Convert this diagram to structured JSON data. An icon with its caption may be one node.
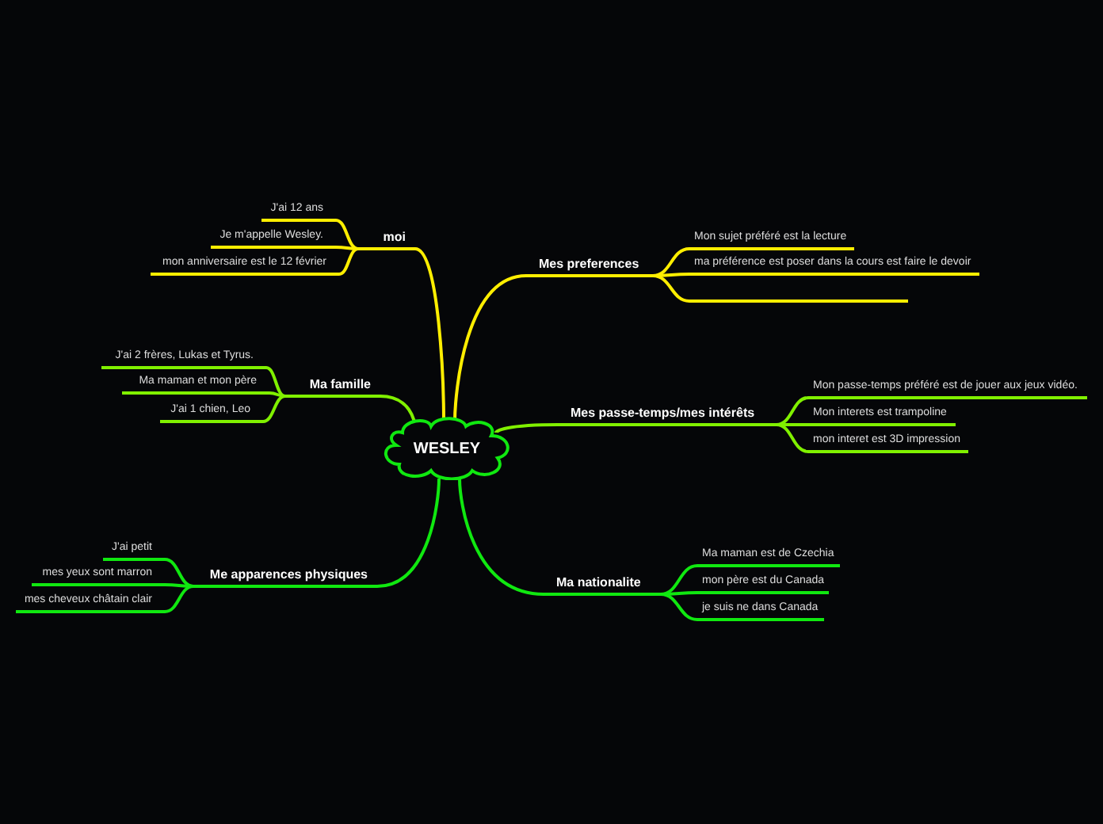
{
  "diagram": {
    "nodes": [
      {
        "text": [
          "WESLEY"
        ]
      },
      {
        "text": [
          "moi"
        ]
      },
      {
        "text": [
          "J'ai 12 ans"
        ]
      },
      {
        "text": [
          "Je m'appelle Wesley."
        ]
      },
      {
        "text": [
          "mon anniversaire est le 12 février"
        ]
      },
      {
        "text": [
          "Ma famille"
        ]
      },
      {
        "text": [
          "J'ai 2 frères, Lukas et Tyrus."
        ]
      },
      {
        "text": [
          "Ma maman et mon père"
        ]
      },
      {
        "text": [
          "J'ai 1 chien, Leo"
        ]
      },
      {
        "text": [
          "Me apparences physiques"
        ]
      },
      {
        "text": [
          "J'ai petit"
        ]
      },
      {
        "text": [
          "mes yeux sont marron"
        ]
      },
      {
        "text": [
          "mes cheveux châtain clair"
        ]
      },
      {
        "text": [
          "Mes preferences"
        ]
      },
      {
        "text": [
          "Mon sujet préféré est la lecture"
        ]
      },
      {
        "text": [
          "ma préférence est poser dans la cours est faire le devoir"
        ]
      },
      {
        "text": [],
        "shape": "bar"
      },
      {
        "text": [
          "Mes passe-temps/mes intérêts"
        ]
      },
      {
        "text": [
          "Mon passe-temps préféré est de jouer aux jeux vidéo."
        ]
      },
      {
        "text": [
          "Mon interets est trampoline"
        ]
      },
      {
        "text": [
          "mon interet est 3D impression"
        ]
      },
      {
        "text": [
          "Ma nationalite"
        ]
      },
      {
        "text": [
          "Ma maman est de Czechia"
        ]
      },
      {
        "text": [
          "mon père est du Canada"
        ]
      },
      {
        "text": [
          "je suis ne dans Canada"
        ]
      }
    ],
    "edges": [
      {
        "from": 0,
        "to": 1,
        "arrow": "none",
        "color": "#ffee00"
      },
      {
        "from": 1,
        "to": 2,
        "arrow": "none",
        "color": "#ffee00"
      },
      {
        "from": 1,
        "to": 3,
        "arrow": "none",
        "color": "#ffee00"
      },
      {
        "from": 1,
        "to": 4,
        "arrow": "none",
        "color": "#ffee00"
      },
      {
        "from": 0,
        "to": 5,
        "arrow": "none",
        "color": "#80f000"
      },
      {
        "from": 5,
        "to": 6,
        "arrow": "none",
        "color": "#80f000"
      },
      {
        "from": 5,
        "to": 7,
        "arrow": "none",
        "color": "#80f000"
      },
      {
        "from": 5,
        "to": 8,
        "arrow": "none",
        "color": "#80f000"
      },
      {
        "from": 0,
        "to": 9,
        "arrow": "none",
        "color": "#10e810"
      },
      {
        "from": 9,
        "to": 10,
        "arrow": "none",
        "color": "#10e810"
      },
      {
        "from": 9,
        "to": 11,
        "arrow": "none",
        "color": "#10e810"
      },
      {
        "from": 9,
        "to": 12,
        "arrow": "none",
        "color": "#10e810"
      },
      {
        "from": 0,
        "to": 13,
        "arrow": "none",
        "color": "#ffee00"
      },
      {
        "from": 13,
        "to": 14,
        "arrow": "none",
        "color": "#ffee00"
      },
      {
        "from": 13,
        "to": 15,
        "arrow": "none",
        "color": "#ffee00"
      },
      {
        "from": 13,
        "to": 16,
        "arrow": "none",
        "color": "#ffee00"
      },
      {
        "from": 0,
        "to": 17,
        "arrow": "none",
        "color": "#80f000"
      },
      {
        "from": 17,
        "to": 18,
        "arrow": "none",
        "color": "#80f000"
      },
      {
        "from": 17,
        "to": 19,
        "arrow": "none",
        "color": "#80f000"
      },
      {
        "from": 17,
        "to": 20,
        "arrow": "none",
        "color": "#80f000"
      },
      {
        "from": 0,
        "to": 21,
        "arrow": "none",
        "color": "#10e810"
      },
      {
        "from": 21,
        "to": 22,
        "arrow": "none",
        "color": "#10e810"
      },
      {
        "from": 21,
        "to": 23,
        "arrow": "none",
        "color": "#10e810"
      },
      {
        "from": 21,
        "to": 24,
        "arrow": "none",
        "color": "#10e810"
      }
    ]
  }
}
